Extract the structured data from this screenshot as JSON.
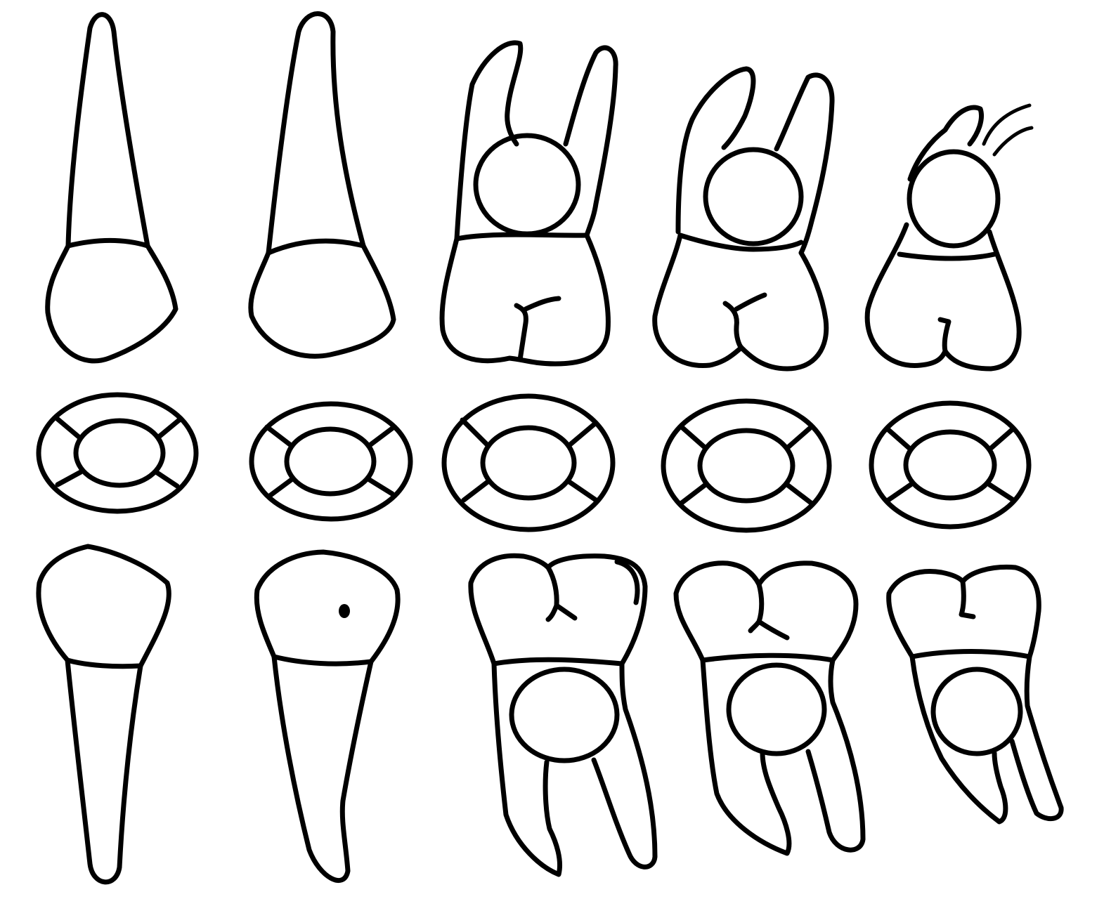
{
  "figure": {
    "stroke_color": "#000000",
    "background_color": "#ffffff",
    "rows": [
      "upper-teeth",
      "occlusal-views",
      "lower-teeth"
    ],
    "columns": [
      "incisor",
      "canine",
      "first-molar",
      "second-molar",
      "third-molar"
    ]
  }
}
